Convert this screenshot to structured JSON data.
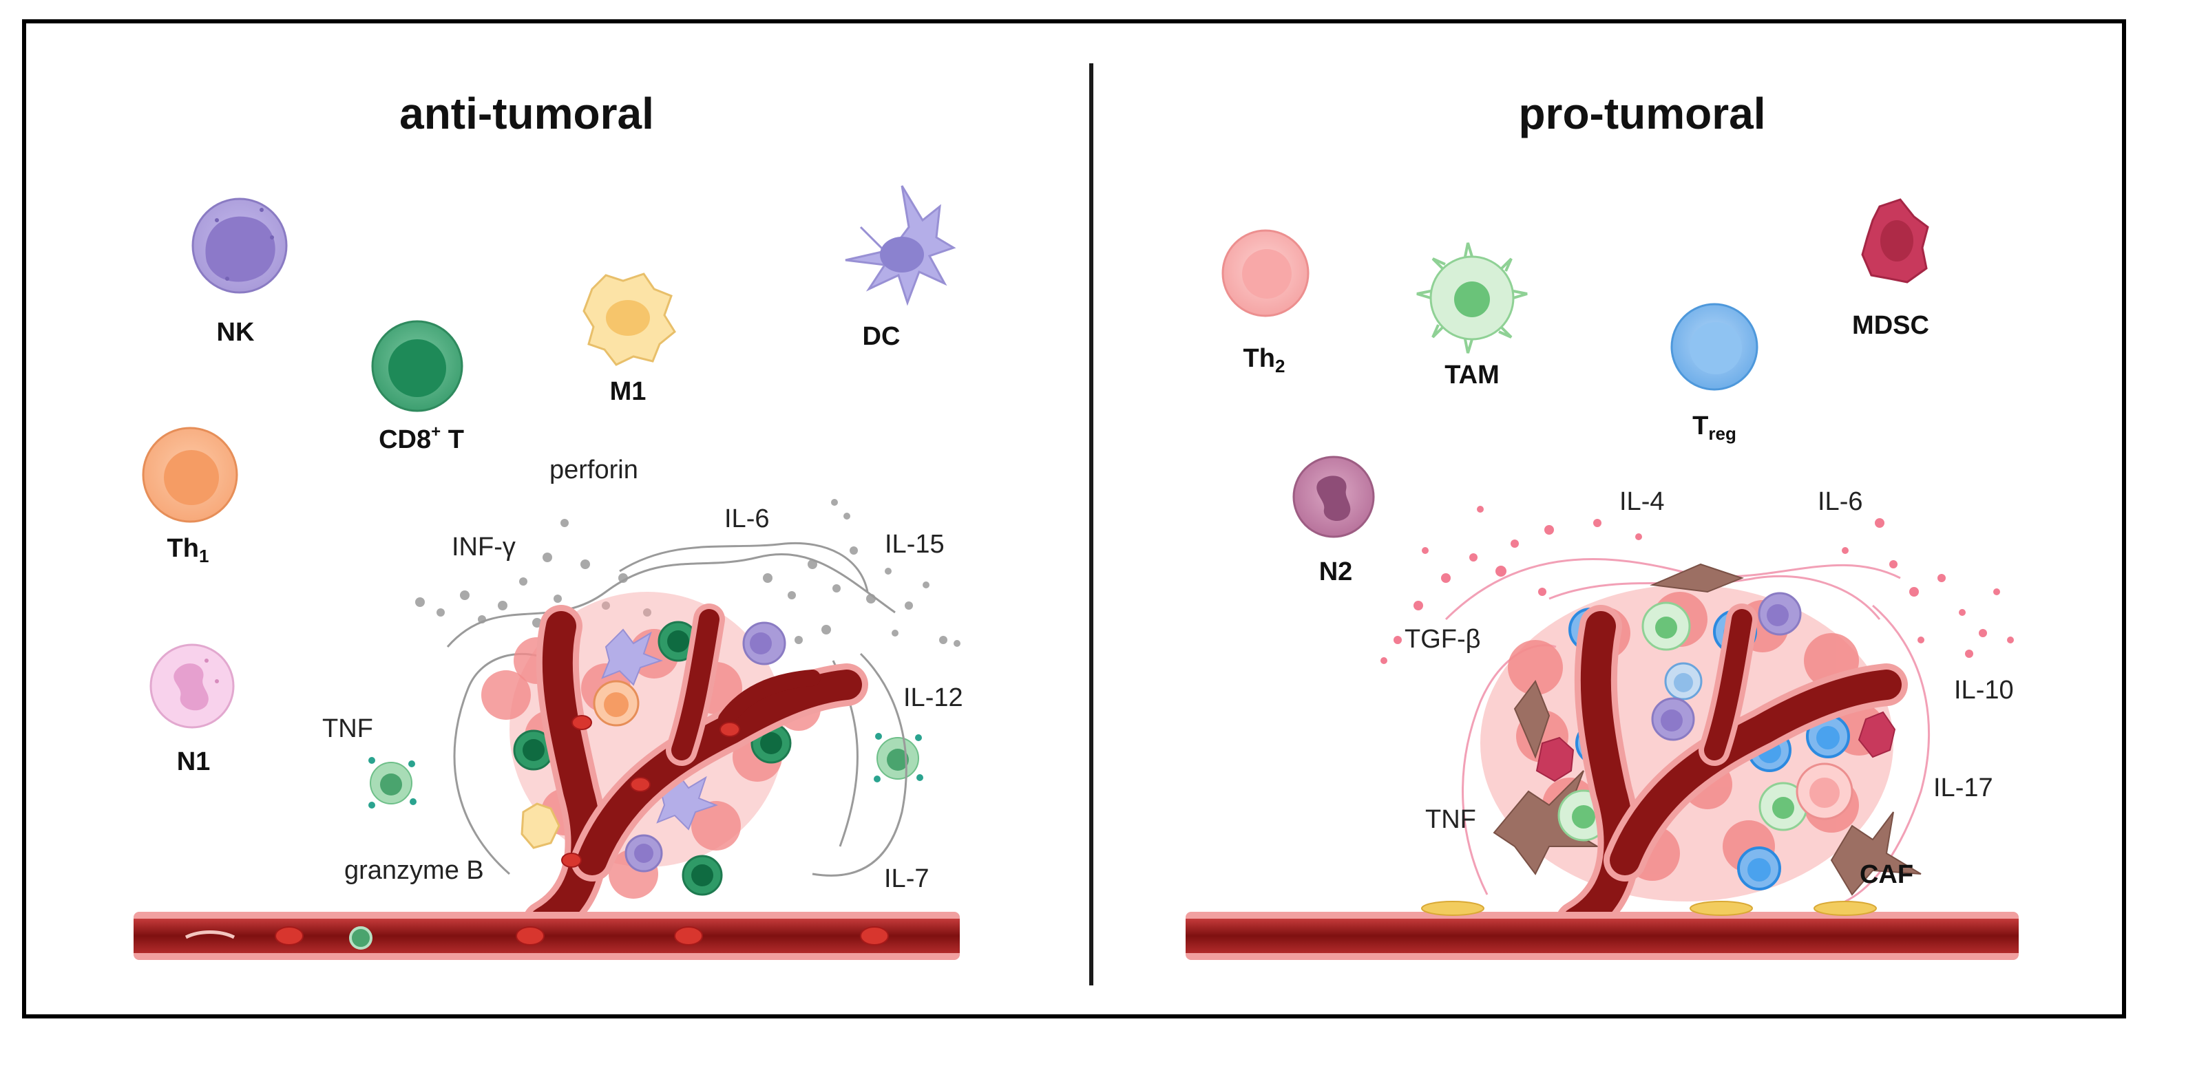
{
  "titles": {
    "left": "anti-tumoral",
    "right": "pro-tumoral"
  },
  "anti_tumoral": {
    "cells": {
      "nk": "NK",
      "dc": "DC",
      "cd8_t_main": "CD8",
      "cd8_t_sup": "+",
      "cd8_t_suffix": " T",
      "m1": "M1",
      "th1_main": "Th",
      "th1_sub": "1",
      "n1": "N1"
    },
    "cytokines": {
      "perforin": "perforin",
      "inf_gamma": "INF-γ",
      "il6": "IL-6",
      "il15": "IL-15",
      "il12": "IL-12",
      "tnf": "TNF",
      "granzyme_b": "granzyme B",
      "il7": "IL-7"
    }
  },
  "pro_tumoral": {
    "cells": {
      "th2_main": "Th",
      "th2_sub": "2",
      "tam": "TAM",
      "treg_main": "T",
      "treg_sub": "reg",
      "mdsc": "MDSC",
      "n2": "N2",
      "caf": "CAF"
    },
    "cytokines": {
      "il4": "IL-4",
      "il6": "IL-6",
      "tgf_beta": "TGF-β",
      "il10": "IL-10",
      "il17": "IL-17",
      "tnf": "TNF"
    }
  },
  "colors": {
    "nk": "#a99bd9",
    "dc": "#b4aee8",
    "cd8_t": "#2e9e6e",
    "m1": "#f8d78c",
    "th1": "#f7a97a",
    "n1": "#f3bfe0",
    "th2": "#f8a8a8",
    "tam": "#a6dfa7",
    "treg": "#7fb8ef",
    "mdsc": "#c8395c",
    "n2": "#b8739c",
    "vessel": "#8b1515",
    "tumor": "#f28b8b",
    "caf": "#9c6f63"
  }
}
